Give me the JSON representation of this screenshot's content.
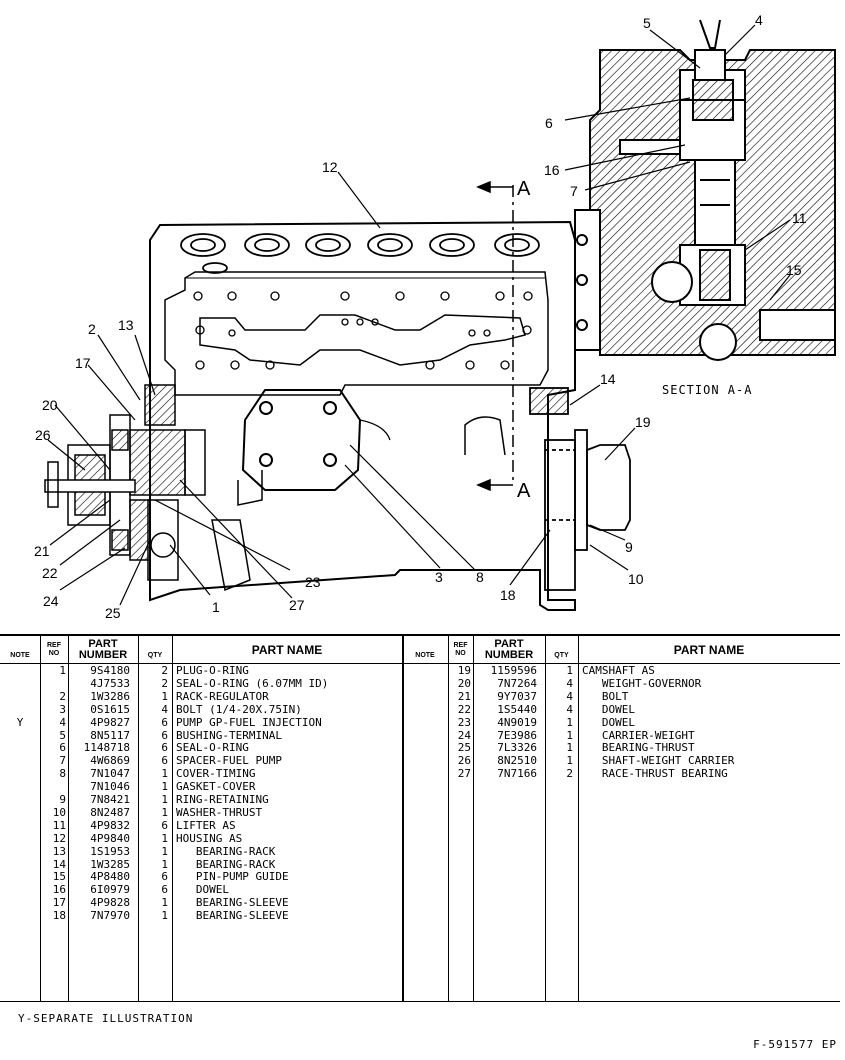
{
  "drawing": {
    "callouts": [
      "1",
      "2",
      "3",
      "4",
      "5",
      "6",
      "7",
      "8",
      "9",
      "10",
      "11",
      "12",
      "13",
      "14",
      "15",
      "16",
      "17",
      "18",
      "19",
      "20",
      "21",
      "22",
      "23",
      "24",
      "25",
      "26",
      "27"
    ],
    "section_marker": "A",
    "section_caption": "SECTION A-A"
  },
  "table": {
    "headers": {
      "note": "NOTE",
      "ref_no": [
        "REF",
        "NO"
      ],
      "part_number": [
        "PART",
        "NUMBER"
      ],
      "qty": "QTY",
      "part_name": "PART NAME"
    },
    "left_rows": [
      {
        "note": "",
        "ref": "1",
        "number": "9S4180",
        "qty": "2",
        "name": "PLUG-O-RING"
      },
      {
        "note": "",
        "ref": "",
        "number": "4J7533",
        "qty": "2",
        "name": "SEAL-O-RING (6.07MM ID)"
      },
      {
        "note": "",
        "ref": "2",
        "number": "1W3286",
        "qty": "1",
        "name": "RACK-REGULATOR"
      },
      {
        "note": "",
        "ref": "3",
        "number": "0S1615",
        "qty": "4",
        "name": "BOLT (1/4-20X.75IN)"
      },
      {
        "note": "Y",
        "ref": "4",
        "number": "4P9827",
        "qty": "6",
        "name": "PUMP GP-FUEL INJECTION"
      },
      {
        "note": "",
        "ref": "5",
        "number": "8N5117",
        "qty": "6",
        "name": "BUSHING-TERMINAL"
      },
      {
        "note": "",
        "ref": "6",
        "number": "1148718",
        "qty": "6",
        "name": "SEAL-O-RING"
      },
      {
        "note": "",
        "ref": "7",
        "number": "4W6869",
        "qty": "6",
        "name": "SPACER-FUEL PUMP"
      },
      {
        "note": "",
        "ref": "8",
        "number": "7N1047",
        "qty": "1",
        "name": "COVER-TIMING"
      },
      {
        "note": "",
        "ref": "",
        "number": "7N1046",
        "qty": "1",
        "name": "GASKET-COVER"
      },
      {
        "note": "",
        "ref": "9",
        "number": "7N8421",
        "qty": "1",
        "name": "RING-RETAINING"
      },
      {
        "note": "",
        "ref": "10",
        "number": "8N2487",
        "qty": "1",
        "name": "WASHER-THRUST"
      },
      {
        "note": "",
        "ref": "11",
        "number": "4P9832",
        "qty": "6",
        "name": "LIFTER AS"
      },
      {
        "note": "",
        "ref": "12",
        "number": "4P9840",
        "qty": "1",
        "name": "HOUSING AS"
      },
      {
        "note": "",
        "ref": "13",
        "number": "1S1953",
        "qty": "1",
        "name": "   BEARING-RACK"
      },
      {
        "note": "",
        "ref": "14",
        "number": "1W3285",
        "qty": "1",
        "name": "   BEARING-RACK"
      },
      {
        "note": "",
        "ref": "15",
        "number": "4P8480",
        "qty": "6",
        "name": "   PIN-PUMP GUIDE"
      },
      {
        "note": "",
        "ref": "16",
        "number": "6I0979",
        "qty": "6",
        "name": "   DOWEL"
      },
      {
        "note": "",
        "ref": "17",
        "number": "4P9828",
        "qty": "1",
        "name": "   BEARING-SLEEVE"
      },
      {
        "note": "",
        "ref": "18",
        "number": "7N7970",
        "qty": "1",
        "name": "   BEARING-SLEEVE"
      }
    ],
    "right_rows": [
      {
        "note": "",
        "ref": "19",
        "number": "1159596",
        "qty": "1",
        "name": "CAMSHAFT AS"
      },
      {
        "note": "",
        "ref": "20",
        "number": "7N7264",
        "qty": "4",
        "name": "   WEIGHT-GOVERNOR"
      },
      {
        "note": "",
        "ref": "21",
        "number": "9Y7037",
        "qty": "4",
        "name": "   BOLT"
      },
      {
        "note": "",
        "ref": "22",
        "number": "1S5440",
        "qty": "4",
        "name": "   DOWEL"
      },
      {
        "note": "",
        "ref": "23",
        "number": "4N9019",
        "qty": "1",
        "name": "   DOWEL"
      },
      {
        "note": "",
        "ref": "24",
        "number": "7E3986",
        "qty": "1",
        "name": "   CARRIER-WEIGHT"
      },
      {
        "note": "",
        "ref": "25",
        "number": "7L3326",
        "qty": "1",
        "name": "   BEARING-THRUST"
      },
      {
        "note": "",
        "ref": "26",
        "number": "8N2510",
        "qty": "1",
        "name": "   SHAFT-WEIGHT CARRIER"
      },
      {
        "note": "",
        "ref": "27",
        "number": "7N7166",
        "qty": "2",
        "name": "   RACE-THRUST BEARING"
      }
    ]
  },
  "footnote": "Y-SEPARATE ILLUSTRATION",
  "figure_id": "F-591577 EP"
}
